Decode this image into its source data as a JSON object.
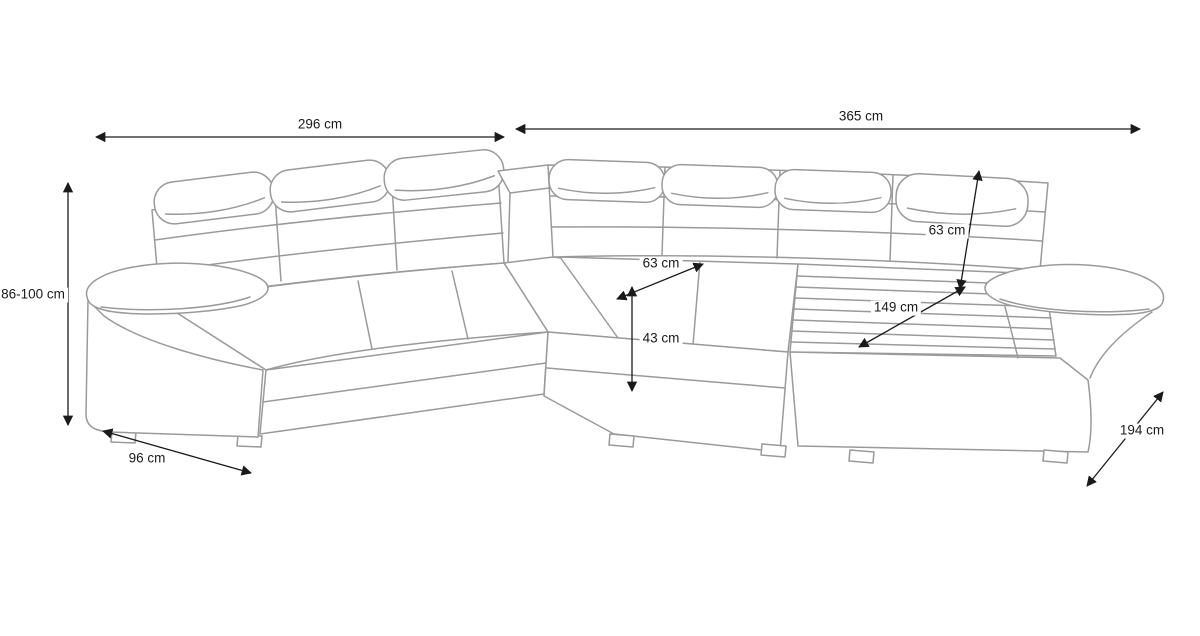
{
  "colors": {
    "background": "#ffffff",
    "line_art": "#9a9a9a",
    "annotation": "#1a1a1a"
  },
  "dimensions": {
    "total_width_left": "296 cm",
    "total_width_right": "365 cm",
    "overall_height": "86-100 cm",
    "left_arm_depth": "96 cm",
    "seat_depth": "63 cm",
    "seat_height": "43 cm",
    "backrest_height": "63 cm",
    "chaise_seat_length": "149 cm",
    "right_side_depth": "194 cm"
  }
}
